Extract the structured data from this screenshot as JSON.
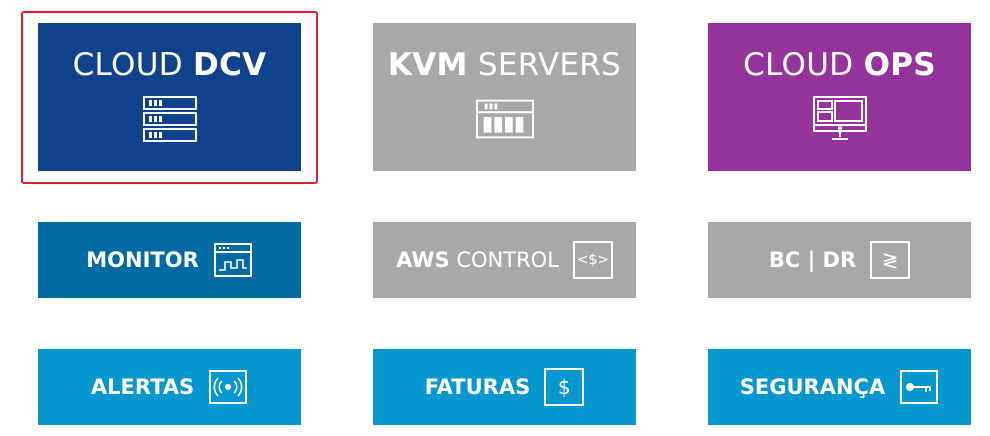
{
  "tiles": {
    "cloud_dcv": {
      "label_light": "CLOUD ",
      "label_bold": "DCV",
      "icon": "server-rack-icon",
      "color": "#11438d"
    },
    "kvm_servers": {
      "label_bold": "KVM",
      "label_light": " SERVERS",
      "icon": "server-blade-icon",
      "color": "#a7a8aa"
    },
    "cloud_ops": {
      "label_light": "CLOUD ",
      "label_bold": "OPS",
      "icon": "monitor-icon",
      "color": "#94349a"
    },
    "monitor": {
      "label_bold": "MONITOR",
      "icon": "monitor-graph-icon",
      "color": "#016aa2"
    },
    "aws_control": {
      "label_bold": "AWS",
      "label_light": " CONTROL",
      "icon_text": "<$>",
      "icon": "code-dollar-icon",
      "color": "#a7a8aa"
    },
    "bc_dr": {
      "label_bold": "BC | DR",
      "icon_text": "≷",
      "icon": "recovery-icon",
      "color": "#a7a8aa"
    },
    "alertas": {
      "label_bold": "ALERTAS",
      "icon": "broadcast-icon",
      "color": "#0797cf"
    },
    "faturas": {
      "label_bold": "FATURAS",
      "icon_text": "$",
      "icon": "dollar-icon",
      "color": "#0797cf"
    },
    "seguranca": {
      "label_bold": "SEGURANÇA",
      "icon": "key-icon",
      "color": "#0797cf"
    }
  },
  "selection": {
    "selected_tile": "cloud_dcv",
    "highlight_color": "#e21f26"
  }
}
